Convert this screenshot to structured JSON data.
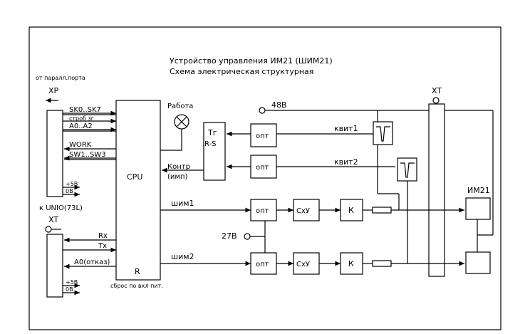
{
  "title": {
    "line1": "Устройство управления ИМ21 (ШИМ21)",
    "line2": "Схема электрическая структурная"
  },
  "left_block": {
    "caption_top": "от паралл.порта",
    "xp_label": "XP",
    "signals": [
      "SK0..SK7",
      "строб зг",
      "A0..A2",
      "WORK",
      "SW1..SW3"
    ],
    "power": [
      "+5В",
      "0В"
    ],
    "caption_bottom": "к UNIO(73L)"
  },
  "left_block2": {
    "xt_label": "XT",
    "signals": [
      "Rx",
      "Tx",
      "A0(отказ)"
    ],
    "power": [
      "+5В",
      "0В"
    ]
  },
  "cpu": {
    "label": "CPU",
    "reset_pin": "R",
    "reset_caption": "сброс по вкл пит."
  },
  "lamp_label": "Работа",
  "trigger": {
    "line1": "Тг",
    "line2": "R-S"
  },
  "control": {
    "line1": "Контр",
    "line2": "(имп)"
  },
  "voltages": {
    "v48": "48В",
    "v27": "27В"
  },
  "opt_label": "опт",
  "kvit": [
    "квит1",
    "квит2"
  ],
  "shim": [
    "шим1",
    "шим2"
  ],
  "cxu_label": "СхУ",
  "k_label": "К",
  "xt_right": "XT",
  "im21": "ИМ21"
}
